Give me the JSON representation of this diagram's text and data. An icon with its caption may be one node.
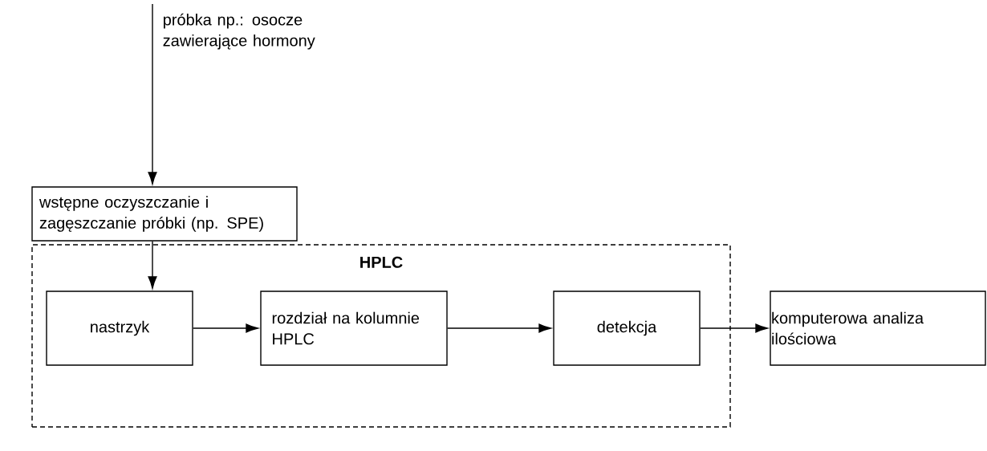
{
  "diagram": {
    "nodes": [
      {
        "text": [
          "HPLC"
        ]
      },
      {
        "text": [
          "wstępne oczyszczanie i zagęszczanie próbki (np. SPE)"
        ]
      },
      {
        "text": [
          "nastrzyk"
        ],
        "in": 0
      },
      {
        "text": [
          "rozdział na kolumnie HPLC"
        ],
        "in": 0
      },
      {
        "text": [
          "detekcja"
        ],
        "in": 0
      },
      {
        "text": [
          "komputerowa analiza ilościowa"
        ]
      }
    ],
    "edges": [
      {
        "from": null,
        "to": 1,
        "arrow": "to",
        "label": "próbka np.: osocze zawierające hormony"
      },
      {
        "from": 1,
        "to": 2,
        "arrow": "to"
      },
      {
        "from": 2,
        "to": 3,
        "arrow": "to"
      },
      {
        "from": 3,
        "to": 4,
        "arrow": "to"
      },
      {
        "from": 4,
        "to": 5,
        "arrow": "to"
      }
    ]
  }
}
